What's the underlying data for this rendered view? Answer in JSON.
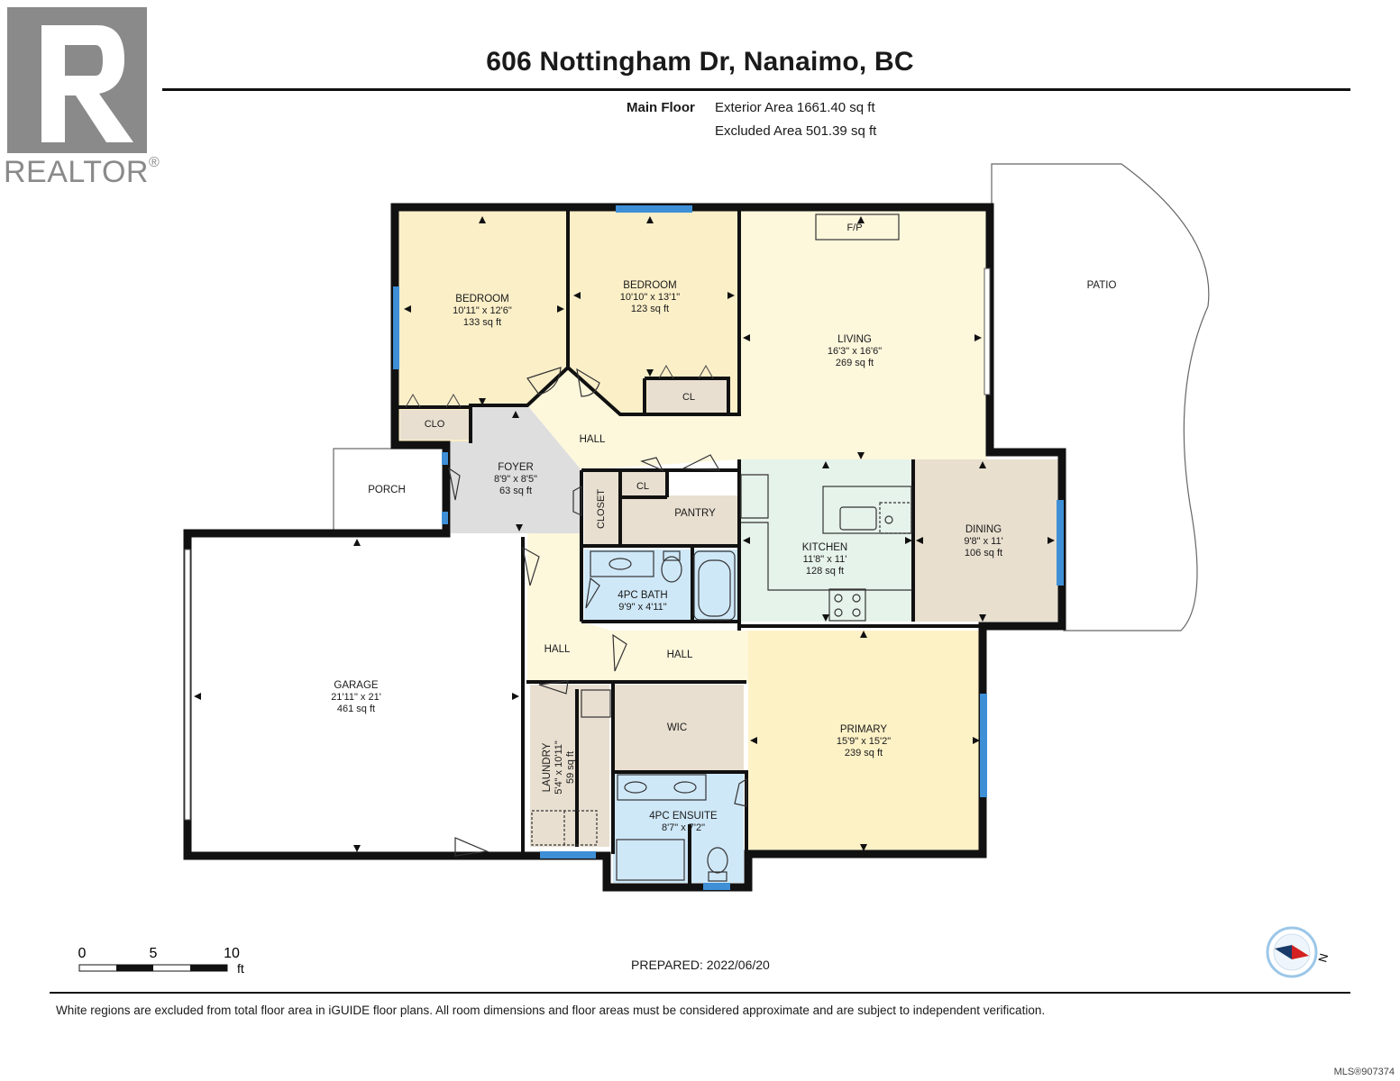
{
  "title": "606 Nottingham Dr, Nanaimo, BC",
  "logo": {
    "text": "REALTOR",
    "mark": "®"
  },
  "floor": {
    "name": "Main Floor",
    "exterior_area": "Exterior Area 1661.40 sq ft",
    "excluded_area": "Excluded Area 501.39 sq ft"
  },
  "rooms": {
    "bedroom1": {
      "name": "BEDROOM",
      "dims": "10'11\" x 12'6\"",
      "area": "133 sq ft"
    },
    "bedroom2": {
      "name": "BEDROOM",
      "dims": "10'10\" x 13'1\"",
      "area": "123 sq ft"
    },
    "living": {
      "name": "LIVING",
      "dims": "16'3\" x 16'6\"",
      "area": "269 sq ft"
    },
    "foyer": {
      "name": "FOYER",
      "dims": "8'9\" x 8'5\"",
      "area": "63 sq ft"
    },
    "kitchen": {
      "name": "KITCHEN",
      "dims": "11'8\" x 11'",
      "area": "128 sq ft"
    },
    "dining": {
      "name": "DINING",
      "dims": "9'8\" x 11'",
      "area": "106 sq ft"
    },
    "bath": {
      "name": "4PC BATH",
      "dims": "9'9\" x 4'11\""
    },
    "garage": {
      "name": "GARAGE",
      "dims": "21'11\" x 21'",
      "area": "461 sq ft"
    },
    "laundry": {
      "name": "LAUNDRY",
      "dims": "5'4\" x 10'11\"",
      "area": "59 sq ft"
    },
    "primary": {
      "name": "PRIMARY",
      "dims": "15'9\" x 15'2\"",
      "area": "239 sq ft"
    },
    "ensuite": {
      "name": "4PC ENSUITE",
      "dims": "8'7\" x 7'2\""
    }
  },
  "labels": {
    "patio": "PATIO",
    "porch": "PORCH",
    "fp": "F/P",
    "clo": "CLO",
    "cl1": "CL",
    "cl2": "CL",
    "closet": "CLOSET",
    "pantry": "PANTRY",
    "wic": "WIC",
    "hall1": "HALL",
    "hall2": "HALL",
    "hall3": "HALL"
  },
  "scale": {
    "ticks": [
      "0",
      "5",
      "10"
    ],
    "unit": "ft"
  },
  "compass": {
    "label": "N"
  },
  "prepared": "PREPARED: 2022/06/20",
  "disclaimer": "White regions are excluded from total floor area in iGUIDE floor plans. All room dimensions and floor areas must be considered approximate and are subject to independent verification.",
  "mls": "MLS®907374",
  "colors": {
    "bedroom": "#fbefc8",
    "living": "#fdf7dc",
    "primary": "#fdf1c6",
    "foyer": "#dedede",
    "kitchen": "#e6f3ea",
    "dining": "#e8dfcf",
    "bath": "#cfe8f8",
    "utility": "#e8dfd0",
    "window": "#3e8fd6",
    "wall": "#111111"
  }
}
